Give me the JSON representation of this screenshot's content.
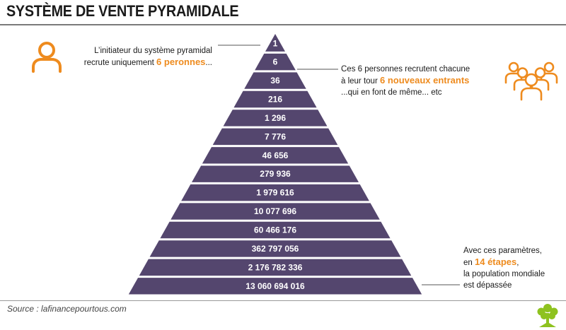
{
  "title": "SYSTÈME DE VENTE PYRAMIDALE",
  "levels": [
    "1",
    "6",
    "36",
    "216",
    "1 296",
    "7 776",
    "46 656",
    "279 936",
    "1 979 616",
    "10 077 696",
    "60 466 176",
    "362 797 056",
    "2 176 782 336",
    "13 060 694 016"
  ],
  "annotations": {
    "top": {
      "line1": "L’initiateur du système pyramidal",
      "line2_prefix": "recrute uniquement ",
      "line2_highlight": "6 peronnes",
      "line2_suffix": "..."
    },
    "middle": {
      "line1": "Ces 6 personnes recrutent chacune",
      "line2_prefix": "à leur tour ",
      "line2_highlight": "6 nouveaux entrants",
      "line3": "...qui en font de même... etc"
    },
    "bottom": {
      "line1": "Avec ces paramètres,",
      "line2_prefix": "en ",
      "line2_highlight": "14 étapes",
      "line2_suffix": ",",
      "line3": "la population mondiale",
      "line4": "est dépassée"
    }
  },
  "source": "Source : lafinancepourtous.com",
  "icons": {
    "single_person": "person-icon",
    "group": "group-of-people-icon",
    "logo": "tree-logo-icon"
  },
  "colors": {
    "pyramid": "#54466e",
    "accent": "#ee8b1e",
    "logo": "#8ec21f"
  }
}
